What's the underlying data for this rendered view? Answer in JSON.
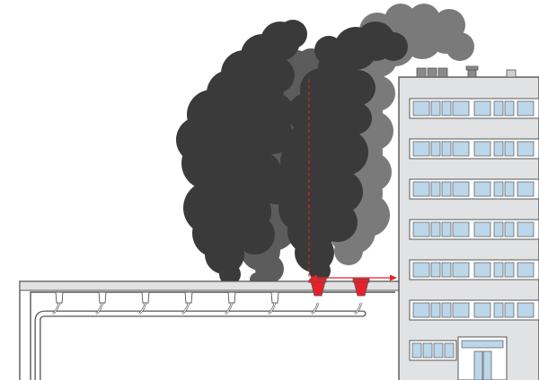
{
  "colors": {
    "smoke_black": "#3a3a3a",
    "smoke_mid": "#5c5c5c",
    "smoke_grey": "#7a7a7a",
    "building_fill": "#e1e2e3",
    "building_stroke": "#555555",
    "window_glass": "#bcd6ea",
    "accent_red": "#e8202a"
  },
  "diagram": {
    "vent_count": 8,
    "building_floors": 7,
    "red_vent_indices": [
      6,
      7
    ]
  }
}
